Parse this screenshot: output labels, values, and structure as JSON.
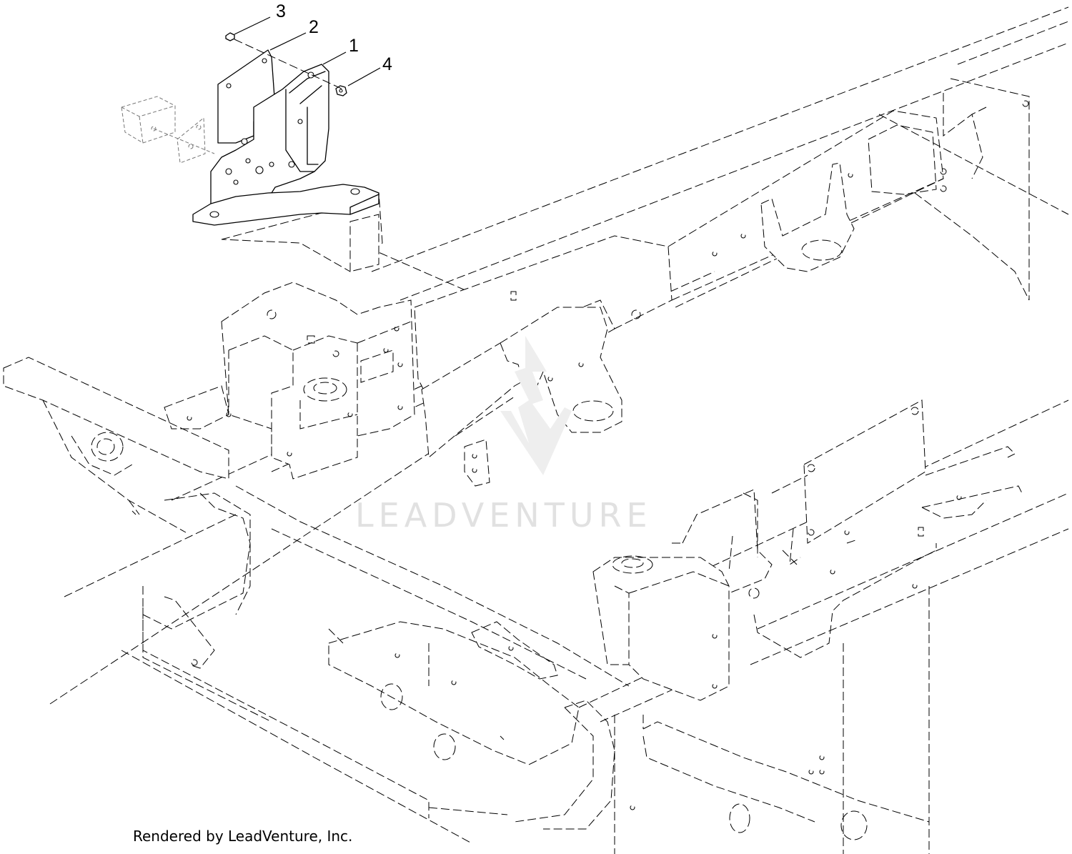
{
  "callouts": [
    {
      "label": "3"
    },
    {
      "label": "2"
    },
    {
      "label": "1"
    },
    {
      "label": "4"
    }
  ],
  "watermark": {
    "text": "LEADVENTURE",
    "icon": "leadventure-logo-icon"
  },
  "footer": {
    "text": "Rendered by LeadVenture, Inc."
  }
}
